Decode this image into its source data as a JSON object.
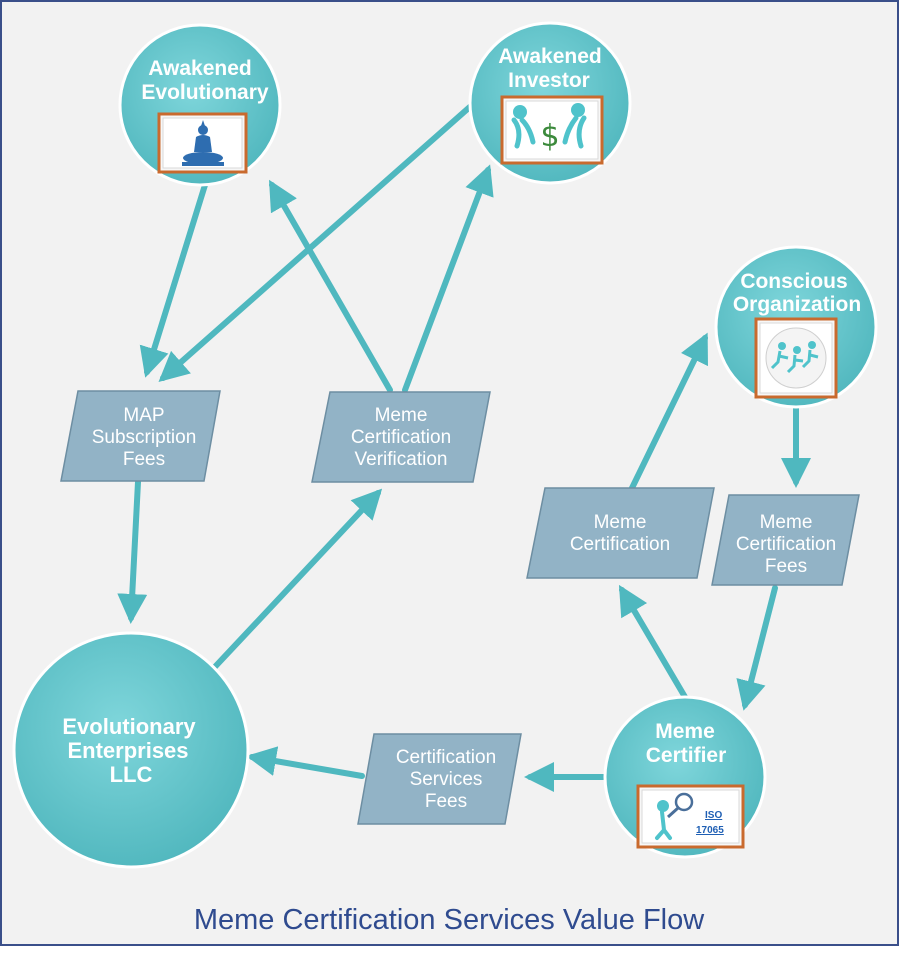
{
  "caption": "Meme Certification Services Value Flow",
  "colors": {
    "node_fill": "#5cc3ca",
    "flow_arrow": "#4fb8bf",
    "parallelogram_fill": "#92b3c6",
    "caption_text": "#2f4b8f",
    "background": "#f2f2f2"
  },
  "nodes": {
    "awakened_evolutionary": {
      "line1": "Awakened",
      "line2": "Evolutionary",
      "icon": "buddha-icon"
    },
    "awakened_investor": {
      "line1": "Awakened",
      "line2": "Investor",
      "icon": "dollar-figures-icon"
    },
    "conscious_organization": {
      "line1": "Conscious",
      "line2": "Organization",
      "icon": "team-running-icon"
    },
    "meme_certifier": {
      "line1": "Meme",
      "line2": "Certifier",
      "icon": "magnifier-figure-icon",
      "badge_line1": "ISO",
      "badge_line2": "17065"
    },
    "evolutionary_enterprises": {
      "line1": "Evolutionary",
      "line2": "Enterprises",
      "line3": "LLC"
    }
  },
  "flows": {
    "map_subscription_fees": {
      "line1": "MAP",
      "line2": "Subscription",
      "line3": "Fees"
    },
    "meme_certification_verification": {
      "line1": "Meme",
      "line2": "Certification",
      "line3": "Verification"
    },
    "meme_certification": {
      "line1": "Meme",
      "line2": "Certification"
    },
    "meme_certification_fees": {
      "line1": "Meme",
      "line2": "Certification",
      "line3": "Fees"
    },
    "certification_services_fees": {
      "line1": "Certification",
      "line2": "Services",
      "line3": "Fees"
    }
  }
}
